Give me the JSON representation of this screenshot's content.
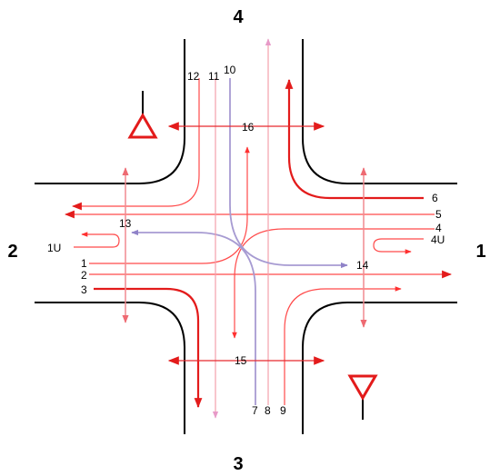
{
  "approaches": {
    "north": "4",
    "south": "3",
    "west": "2",
    "east": "1"
  },
  "movements": {
    "m1": "1",
    "m2": "2",
    "m3": "3",
    "m4": "4",
    "m5": "5",
    "m6": "6",
    "m7": "7",
    "m8": "8",
    "m9": "9",
    "m10": "10",
    "m11": "11",
    "m12": "12",
    "m13": "13",
    "m14": "14",
    "m15": "15",
    "m16": "16",
    "u1": "1U",
    "u4": "4U"
  },
  "signs": {
    "type": "yield",
    "color": "#e31b1b"
  },
  "colors": {
    "curb": "#000000",
    "movement_red": "#ff4a4a",
    "movement_light": "#f2a0ac",
    "movement_blue": "#a79bd2",
    "pedestrian": "#e8292f"
  }
}
